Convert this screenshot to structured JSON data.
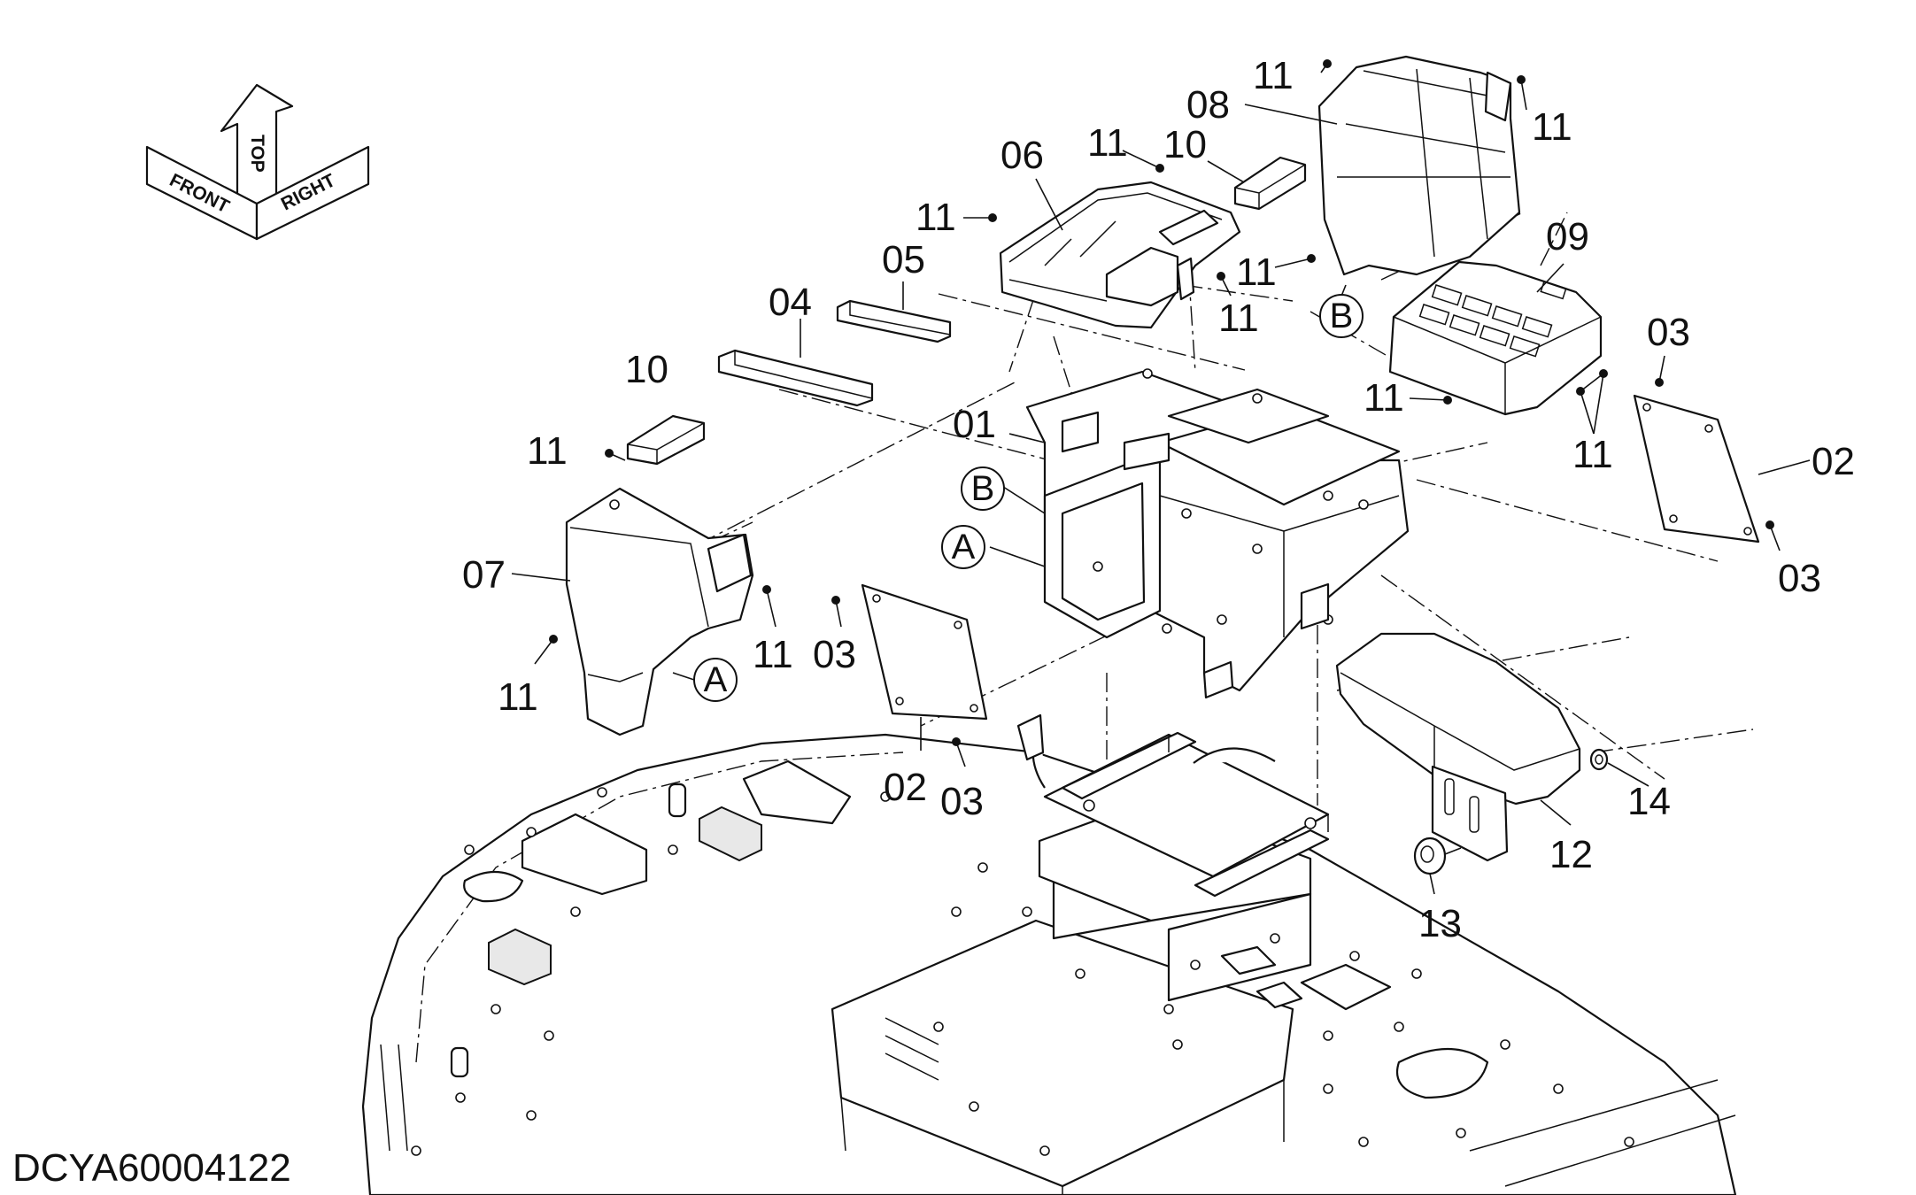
{
  "drawing_code": "DCYA60004122",
  "orientation": {
    "front": "FRONT",
    "top": "TOP",
    "right": "RIGHT"
  },
  "callouts": [
    {
      "id": "c-11-a",
      "text": "11"
    },
    {
      "id": "c-08",
      "text": "08"
    },
    {
      "id": "c-11-b",
      "text": "11"
    },
    {
      "id": "c-06",
      "text": "06"
    },
    {
      "id": "c-11-c",
      "text": "11"
    },
    {
      "id": "c-10-a",
      "text": "10"
    },
    {
      "id": "c-11-d",
      "text": "11"
    },
    {
      "id": "c-11-e",
      "text": "11"
    },
    {
      "id": "c-09",
      "text": "09"
    },
    {
      "id": "c-05",
      "text": "05"
    },
    {
      "id": "c-11-f",
      "text": "11"
    },
    {
      "id": "c-04",
      "text": "04"
    },
    {
      "id": "c-03-a",
      "text": "03"
    },
    {
      "id": "c-10-b",
      "text": "10"
    },
    {
      "id": "c-11-g",
      "text": "11"
    },
    {
      "id": "c-01",
      "text": "01"
    },
    {
      "id": "c-11-h",
      "text": "11"
    },
    {
      "id": "c-11-i",
      "text": "11"
    },
    {
      "id": "c-02-a",
      "text": "02"
    },
    {
      "id": "c-07",
      "text": "07"
    },
    {
      "id": "c-03-b",
      "text": "03"
    },
    {
      "id": "c-11-j",
      "text": "11"
    },
    {
      "id": "c-03-c",
      "text": "03"
    },
    {
      "id": "c-11-k",
      "text": "11"
    },
    {
      "id": "c-02-b",
      "text": "02"
    },
    {
      "id": "c-03-d",
      "text": "03"
    },
    {
      "id": "c-14",
      "text": "14"
    },
    {
      "id": "c-12",
      "text": "12"
    },
    {
      "id": "c-13",
      "text": "13"
    }
  ],
  "reference_marks": [
    {
      "id": "ref-b-upper",
      "text": "B"
    },
    {
      "id": "ref-b-lower",
      "text": "B"
    },
    {
      "id": "ref-a-upper",
      "text": "A"
    },
    {
      "id": "ref-a-lower",
      "text": "A"
    }
  ]
}
